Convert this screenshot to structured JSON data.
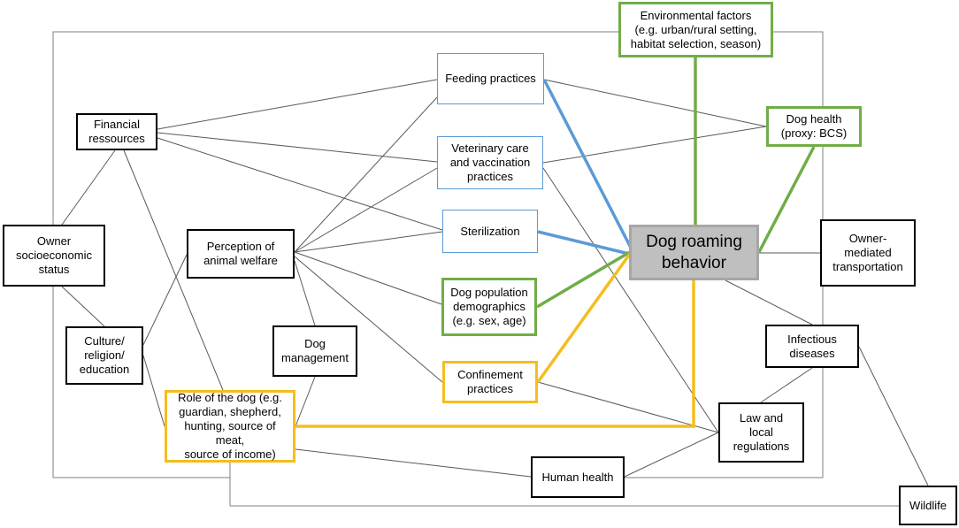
{
  "colors": {
    "line_thin": "#595959",
    "frame": "#7f7f7f",
    "blue": "#5b9bd5",
    "green": "#70ad47",
    "yellow": "#f5bd1f",
    "center_fill": "#bfbfbf",
    "center_border": "#a6a6a6"
  },
  "nodes": {
    "financial": "Financial\nressources",
    "owner": "Owner\nsocioeconomic\nstatus",
    "culture": "Culture/\nreligion/\neducation",
    "perception": "Perception of\nanimal welfare",
    "management": "Dog\nmanagement",
    "role": "Role of the dog (e.g.\nguardian, shepherd,\nhunting, source of meat,\nsource of income)",
    "feeding": "Feeding practices",
    "vet": "Veterinary care\nand vaccination\npractices",
    "sterilization": "Sterilization",
    "demographics": "Dog population\ndemographics\n(e.g. sex, age)",
    "confinement": "Confinement\npractices",
    "environment": "Environmental factors\n(e.g. urban/rural setting,\nhabitat selection, season)",
    "doghealth": "Dog health\n(proxy: BCS)",
    "roaming": "Dog roaming\nbehavior",
    "transport": "Owner-\nmediated\ntransportation",
    "infectious": "Infectious\ndiseases",
    "law": "Law and\nlocal\nregulations",
    "humanhealth": "Human health",
    "wildlife": "Wildlife"
  }
}
